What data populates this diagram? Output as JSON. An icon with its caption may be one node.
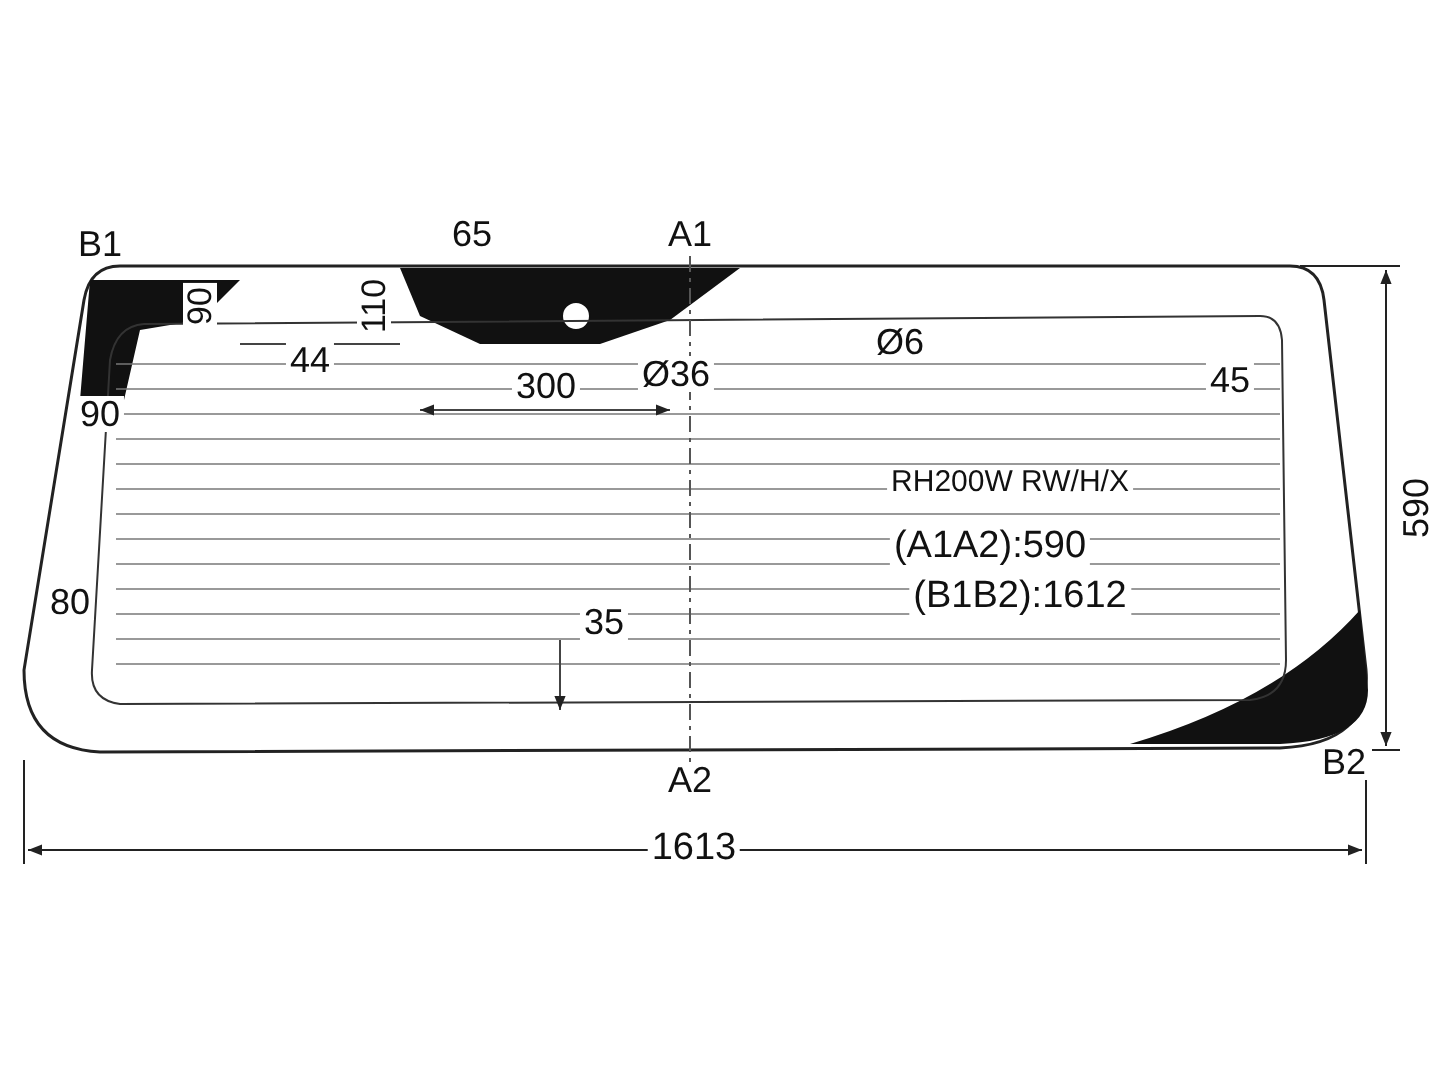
{
  "diagram": {
    "labels": [
      "B1",
      "65",
      "A1",
      "90",
      "110",
      "44",
      "300",
      "Ø36",
      "Ø6",
      "45",
      "90",
      "RH200W RW/H/X",
      "(A1A2):590",
      "(B1B2):1612",
      "80",
      "35",
      "A2",
      "B2",
      "590",
      "1613"
    ]
  }
}
